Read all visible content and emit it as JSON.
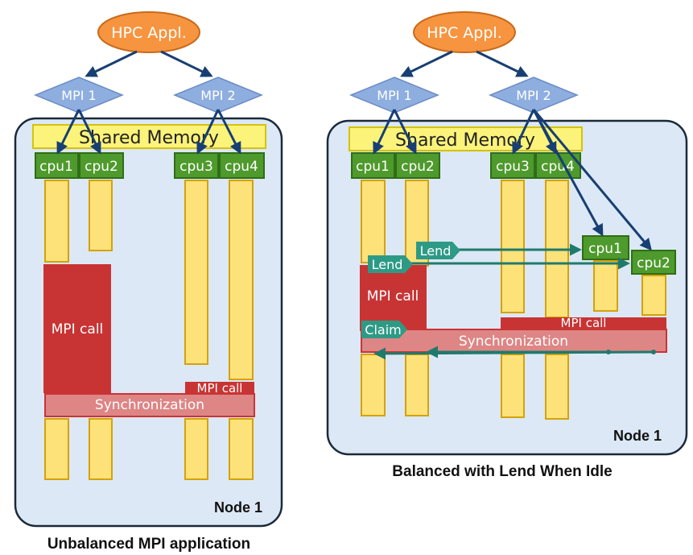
{
  "left": {
    "app": "HPC Appl.",
    "mpi1": "MPI 1",
    "mpi2": "MPI 2",
    "shared_memory": "Shared Memory",
    "cpus": [
      "cpu1",
      "cpu2",
      "cpu3",
      "cpu4"
    ],
    "mpi_call_big": "MPI call",
    "mpi_call_small": "MPI call",
    "synchronization": "Synchronization",
    "node": "Node 1",
    "caption": "Unbalanced MPI application"
  },
  "right": {
    "app": "HPC Appl.",
    "mpi1": "MPI 1",
    "mpi2": "MPI 2",
    "shared_memory": "Shared Memory",
    "cpus": [
      "cpu1",
      "cpu2",
      "cpu3",
      "cpu4"
    ],
    "lent_cpus": [
      "cpu1",
      "cpu2"
    ],
    "lend1": "Lend",
    "lend2": "Lend",
    "claim": "Claim",
    "mpi_call_big": "MPI call",
    "mpi_call_wide": "MPI call",
    "synchronization": "Synchronization",
    "node": "Node 1",
    "caption": "Balanced with Lend When Idle"
  },
  "colors": {
    "node_fill": "#dce8f5",
    "node_stroke": "#1a2a3a",
    "app_fill": "#f7943f",
    "mpi_fill": "#8eaee0",
    "shared_fill": "#fbf37a",
    "cpu_fill": "#4e9a2c",
    "bar_fill": "#fde27a",
    "bar_stroke": "#d4a20c",
    "mpi_call_fill": "#c83434",
    "sync_fill": "#de8585",
    "arrow_blue": "#173f73",
    "arrow_teal": "#1f7a6c",
    "lend_fill": "#2d9a86"
  }
}
